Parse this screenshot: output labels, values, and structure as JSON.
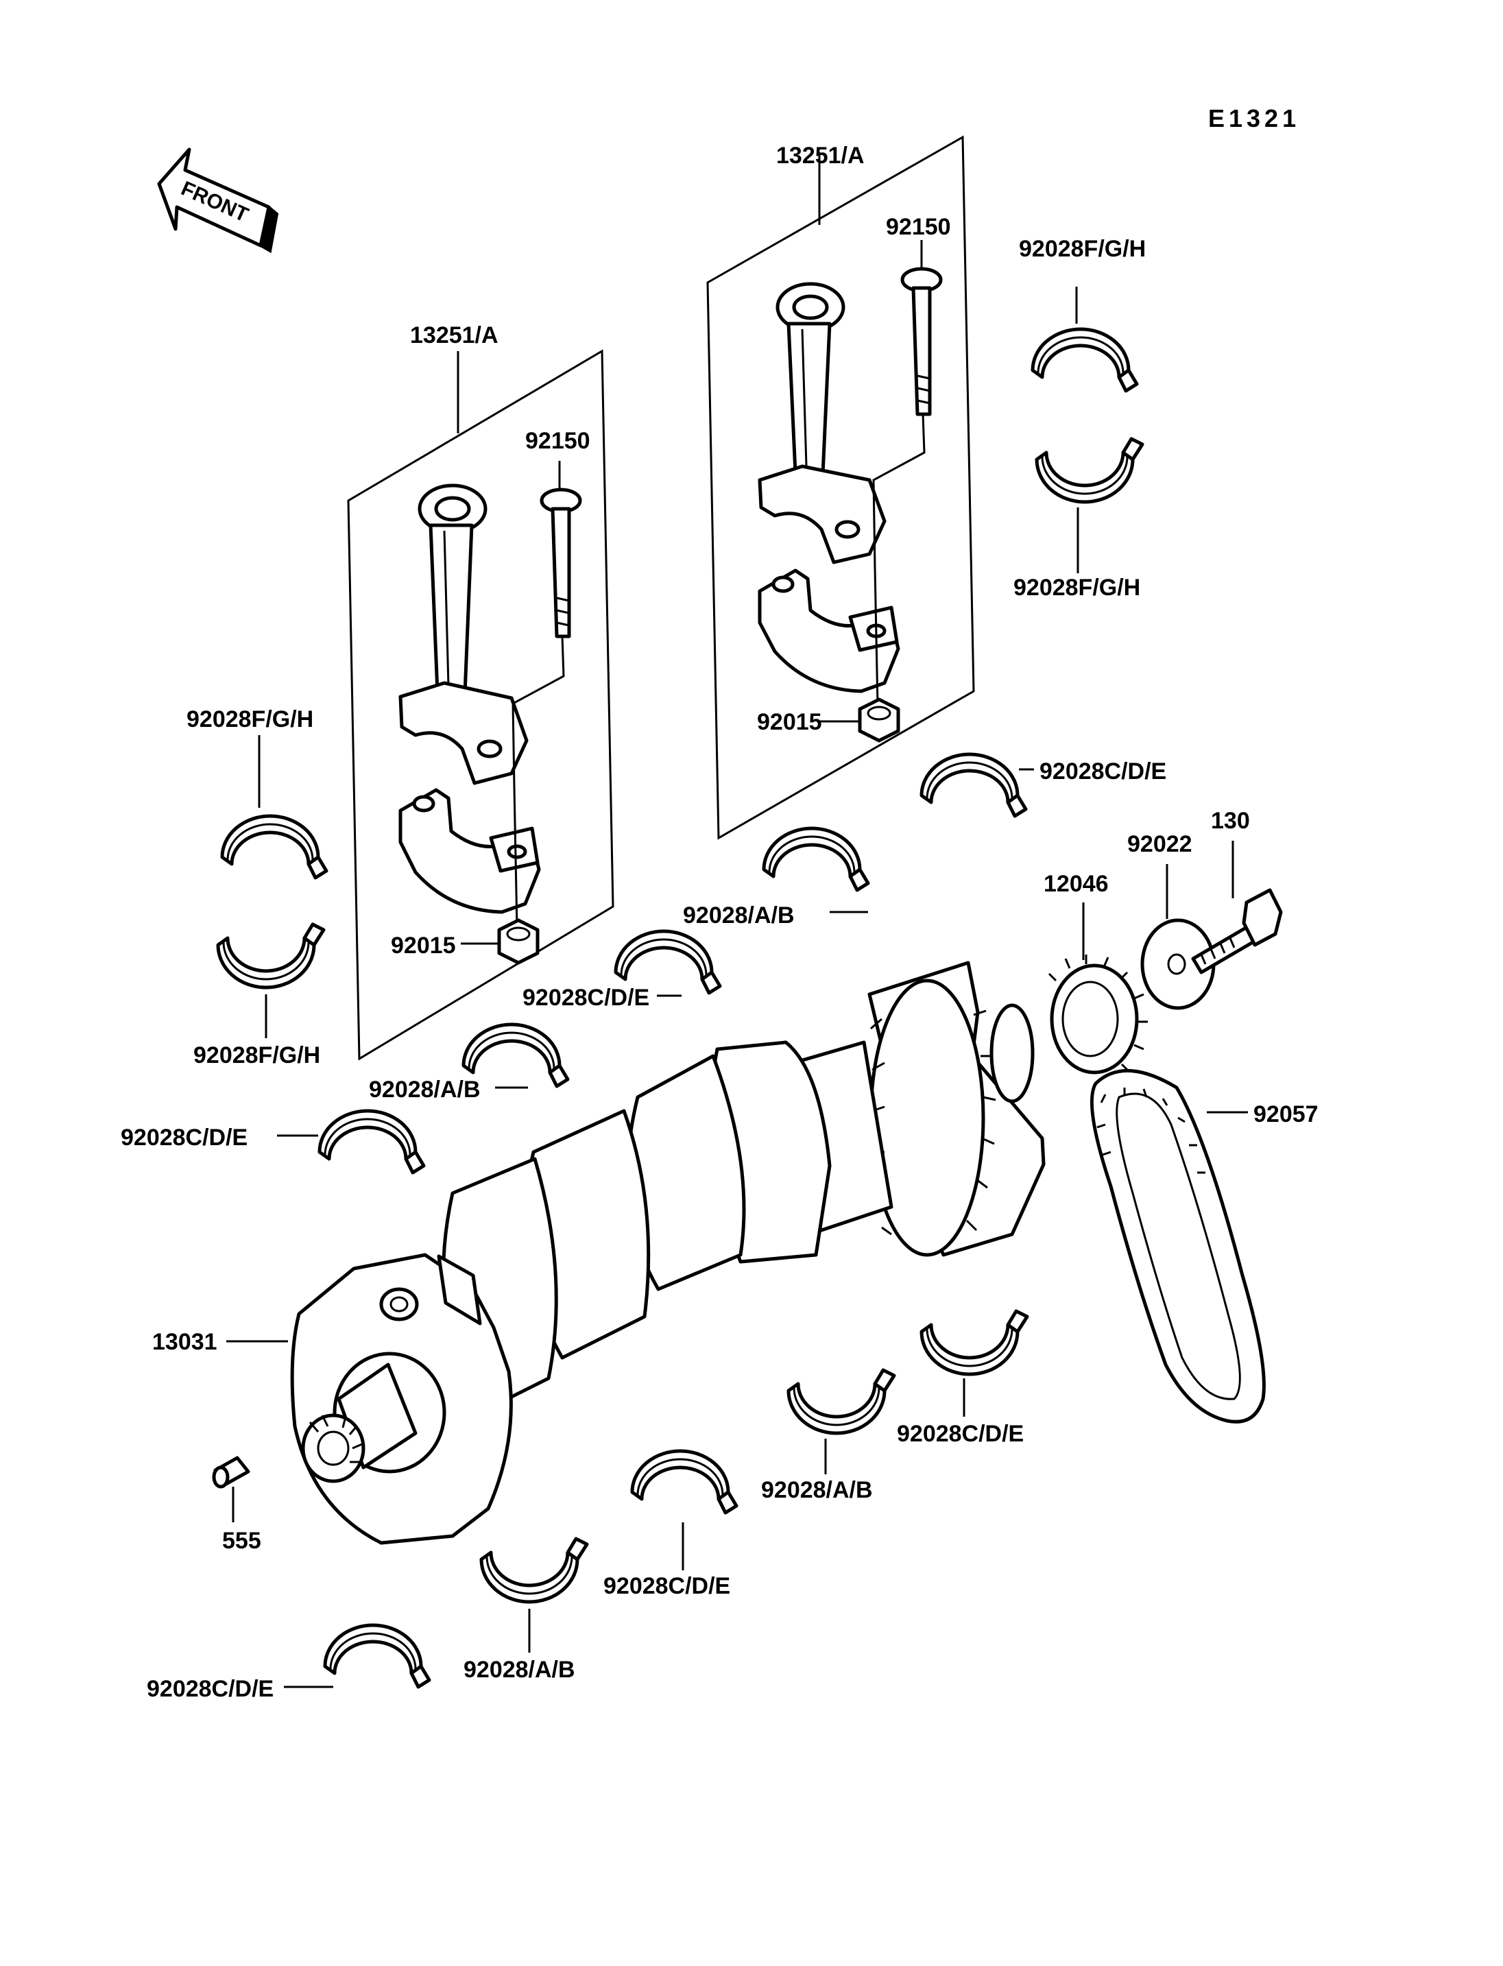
{
  "diagram_code": "E1321",
  "front_label": "FRONT",
  "labels": {
    "conrod_assy_right": "13251/A",
    "bolt_right": "92150",
    "bearing_top_right_a": "92028F/G/H",
    "bearing_top_right_b": "92028F/G/H",
    "conrod_assy_left": "13251/A",
    "bolt_left": "92150",
    "nut_right": "92015",
    "bearing_main_1": "92028C/D/E",
    "bolt_130": "130",
    "washer": "92022",
    "sprocket": "12046",
    "bearing_left_a": "92028F/G/H",
    "bearing_left_b": "92028F/G/H",
    "bearing_main_ab_1": "92028/A/B",
    "nut_left": "92015",
    "bearing_main_2": "92028C/D/E",
    "bearing_main_ab_2": "92028/A/B",
    "chain": "92057",
    "bearing_main_3": "92028C/D/E",
    "crankshaft": "13031",
    "bearing_main_4": "92028C/D/E",
    "pin": "555",
    "bearing_main_ab_3": "92028/A/B",
    "bearing_main_5": "92028C/D/E",
    "bearing_main_6": "92028C/D/E",
    "bearing_main_ab_4": "92028/A/B"
  }
}
